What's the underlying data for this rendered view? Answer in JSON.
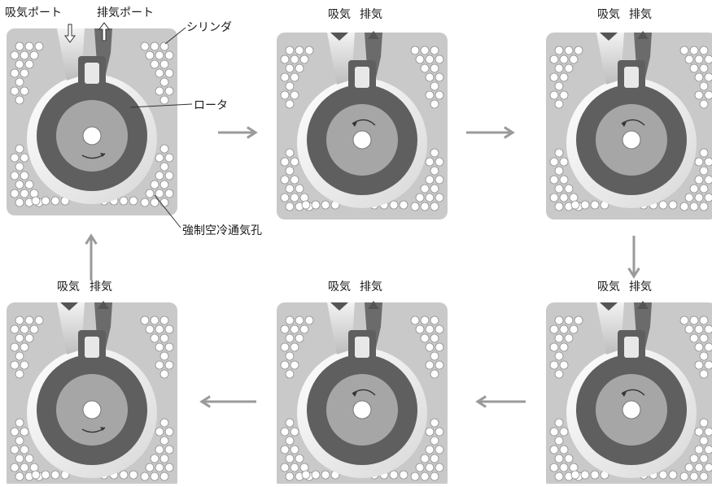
{
  "labels": {
    "intake_port": "吸気ポート",
    "exhaust_port": "排気ポート",
    "cylinder": "シリンダ",
    "rotor": "ロータ",
    "cooling_holes": "強制空冷通気孔",
    "intake": "吸気",
    "exhaust": "排気"
  },
  "colors": {
    "cylinder_body": "#c9c9c9",
    "rotor": "#5f5f5f",
    "rotor_hub": "#a6a6a6",
    "chamber": "#ffffff",
    "arrow": "#9a9a9a"
  },
  "panels": [
    {
      "id": "stage-1",
      "rotation": "clockwise"
    },
    {
      "id": "stage-2",
      "rotation": "counter-clockwise"
    },
    {
      "id": "stage-3",
      "rotation": "counter-clockwise"
    },
    {
      "id": "stage-4",
      "rotation": "counter-clockwise"
    },
    {
      "id": "stage-5",
      "rotation": "counter-clockwise"
    },
    {
      "id": "stage-6",
      "rotation": "clockwise"
    }
  ]
}
